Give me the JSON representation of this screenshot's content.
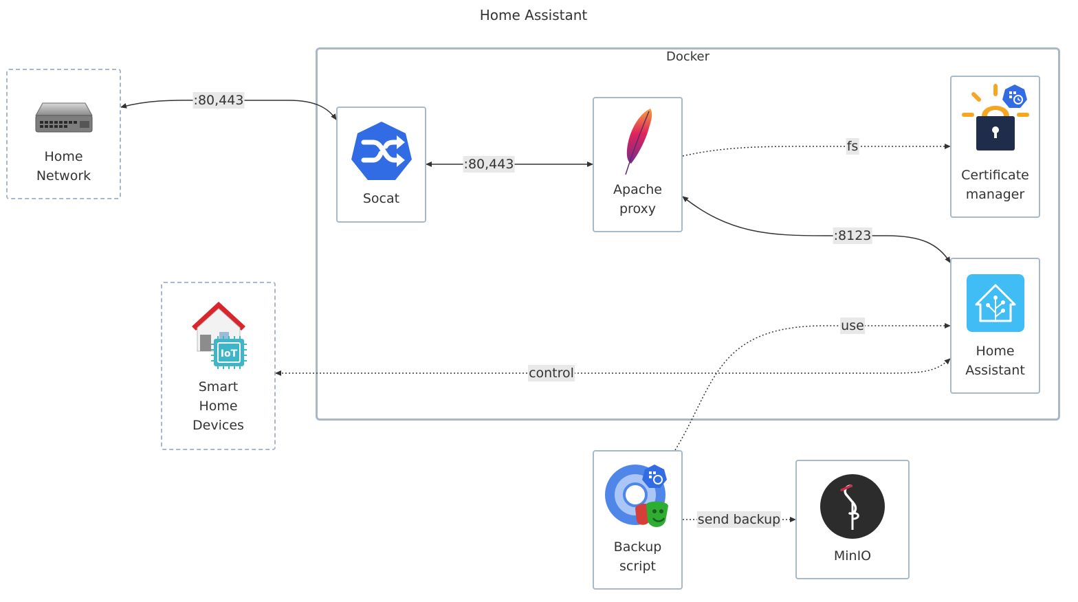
{
  "title": "Home Assistant",
  "cluster": {
    "label": "Docker"
  },
  "nodes": {
    "home_network": {
      "label": "Home\nNetwork",
      "icon": "network-switch-icon"
    },
    "smart_home": {
      "label": "Smart\nHome\nDevices",
      "icon": "smart-home-iot-icon"
    },
    "socat": {
      "label": "Socat",
      "icon": "shuffle-heptagon-icon"
    },
    "apache": {
      "label": "Apache\nproxy",
      "icon": "apache-feather-icon"
    },
    "cert_manager": {
      "label": "Certificate\nmanager",
      "icon": "lock-icon"
    },
    "home_assistant": {
      "label": "Home\nAssistant",
      "icon": "home-assistant-icon"
    },
    "backup": {
      "label": "Backup\nscript",
      "icon": "playwright-cronjob-icon"
    },
    "minio": {
      "label": "MinIO",
      "icon": "minio-bird-icon"
    }
  },
  "edges": {
    "network_socat": ":80,443",
    "socat_apache": ":80,443",
    "apache_cert": "fs",
    "apache_ha": ":8123",
    "backup_ha": "use",
    "ha_devices": "control",
    "backup_minio": "send backup"
  },
  "colors": {
    "border": "#a9b8c9",
    "edge": "#333333",
    "label_bg": "#e8e8e8",
    "socat_blue": "#326ce5",
    "ha_blue": "#41bdf5",
    "cert_orange": "#f5a623",
    "lock_navy": "#1f2d4a",
    "minio_dark": "#2c2c2c"
  }
}
